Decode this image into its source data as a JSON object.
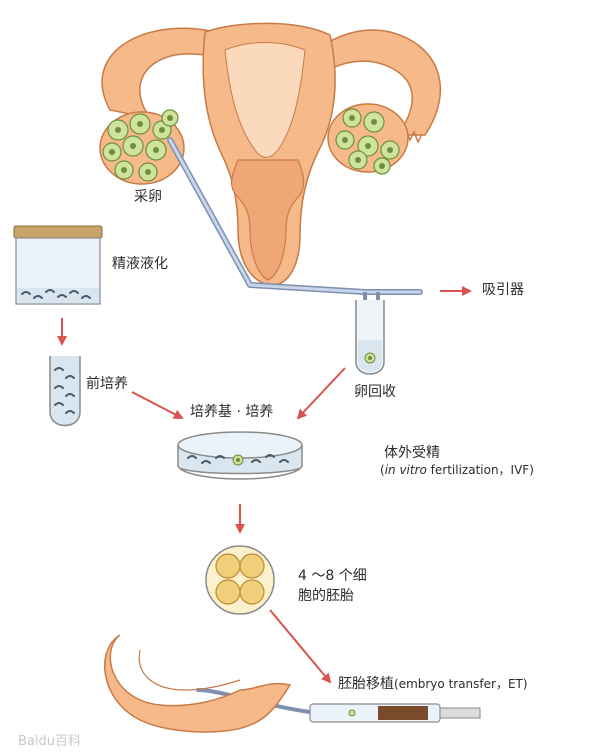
{
  "labels": {
    "egg_retrieval": "采卵",
    "semen_liquefaction": "精液液化",
    "preculture": "前培养",
    "aspirator": "吸引器",
    "egg_recovery": "卵回收",
    "culture_medium": "培养基 · 培养",
    "ivf_title": "体外受精",
    "ivf_open": "(",
    "ivf_italic": "in vitro",
    "ivf_rest": " fertilization，IVF)",
    "embryo_line1": "4 ～8 个细",
    "embryo_line2": "胞的胚胎",
    "transfer_cn": "胚胎移植",
    "transfer_en": "(embryo transfer，ET)"
  },
  "watermark": "Baidu百科",
  "colors": {
    "uterus": "#f5b98a",
    "uterus_edge": "#c97a45",
    "uterus_inner": "#fbd9bd",
    "follicle": "#cfe3a0",
    "follicle_core": "#6e8f36",
    "tube_blue": "#9fb4d6",
    "liquid_blue": "#d9e6f0",
    "arrow": "#d9534f",
    "embryo_cell": "#f0cf7a",
    "text": "#2d2d2d"
  }
}
